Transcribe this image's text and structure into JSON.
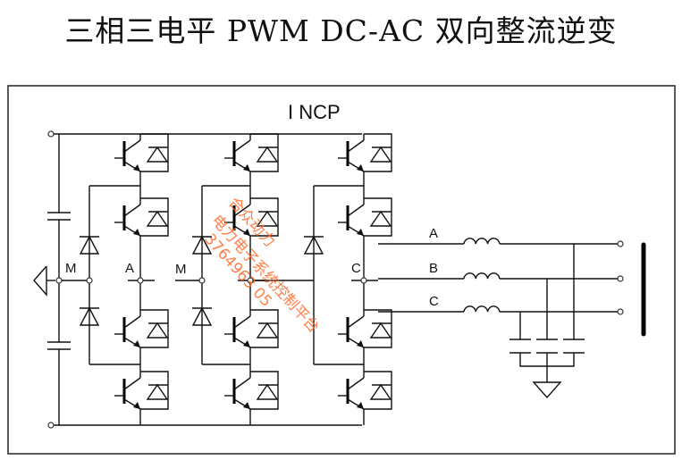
{
  "title": "三相三电平 PWM DC-AC 双向整流逆变",
  "diagram": {
    "topology_label": "I NCP",
    "node_labels": {
      "neutral_left": "M",
      "neutral_mid": "M",
      "phase_a_node": "A",
      "phase_c_node": "C"
    },
    "output_phases": [
      "A",
      "B",
      "C"
    ],
    "watermark": {
      "line1": "合众动力",
      "line2": "电力电子系统控制平台",
      "line3": "3764963 05"
    }
  }
}
